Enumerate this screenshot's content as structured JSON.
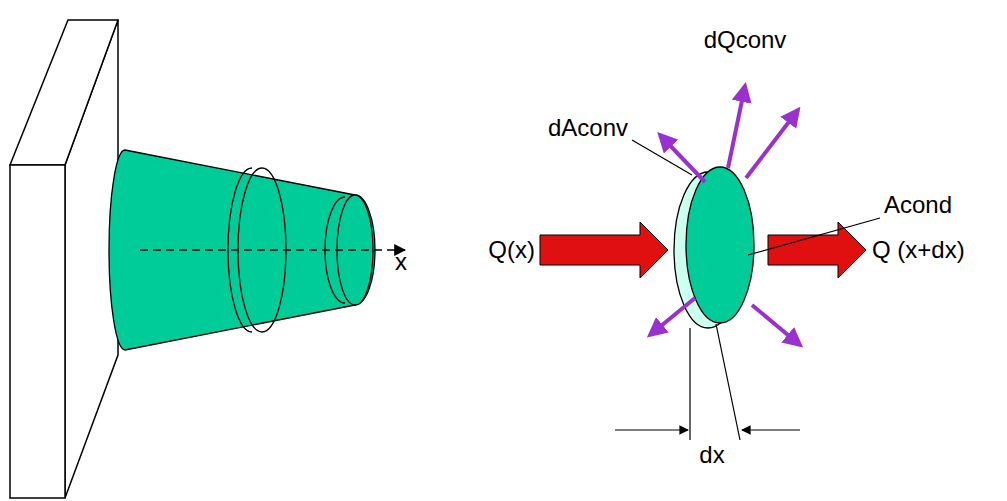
{
  "diagram": {
    "labels": [
      "x",
      "dQconv",
      "dAconv",
      "Acond",
      "Q(x)",
      "Q (x+dx)",
      "dx"
    ]
  }
}
